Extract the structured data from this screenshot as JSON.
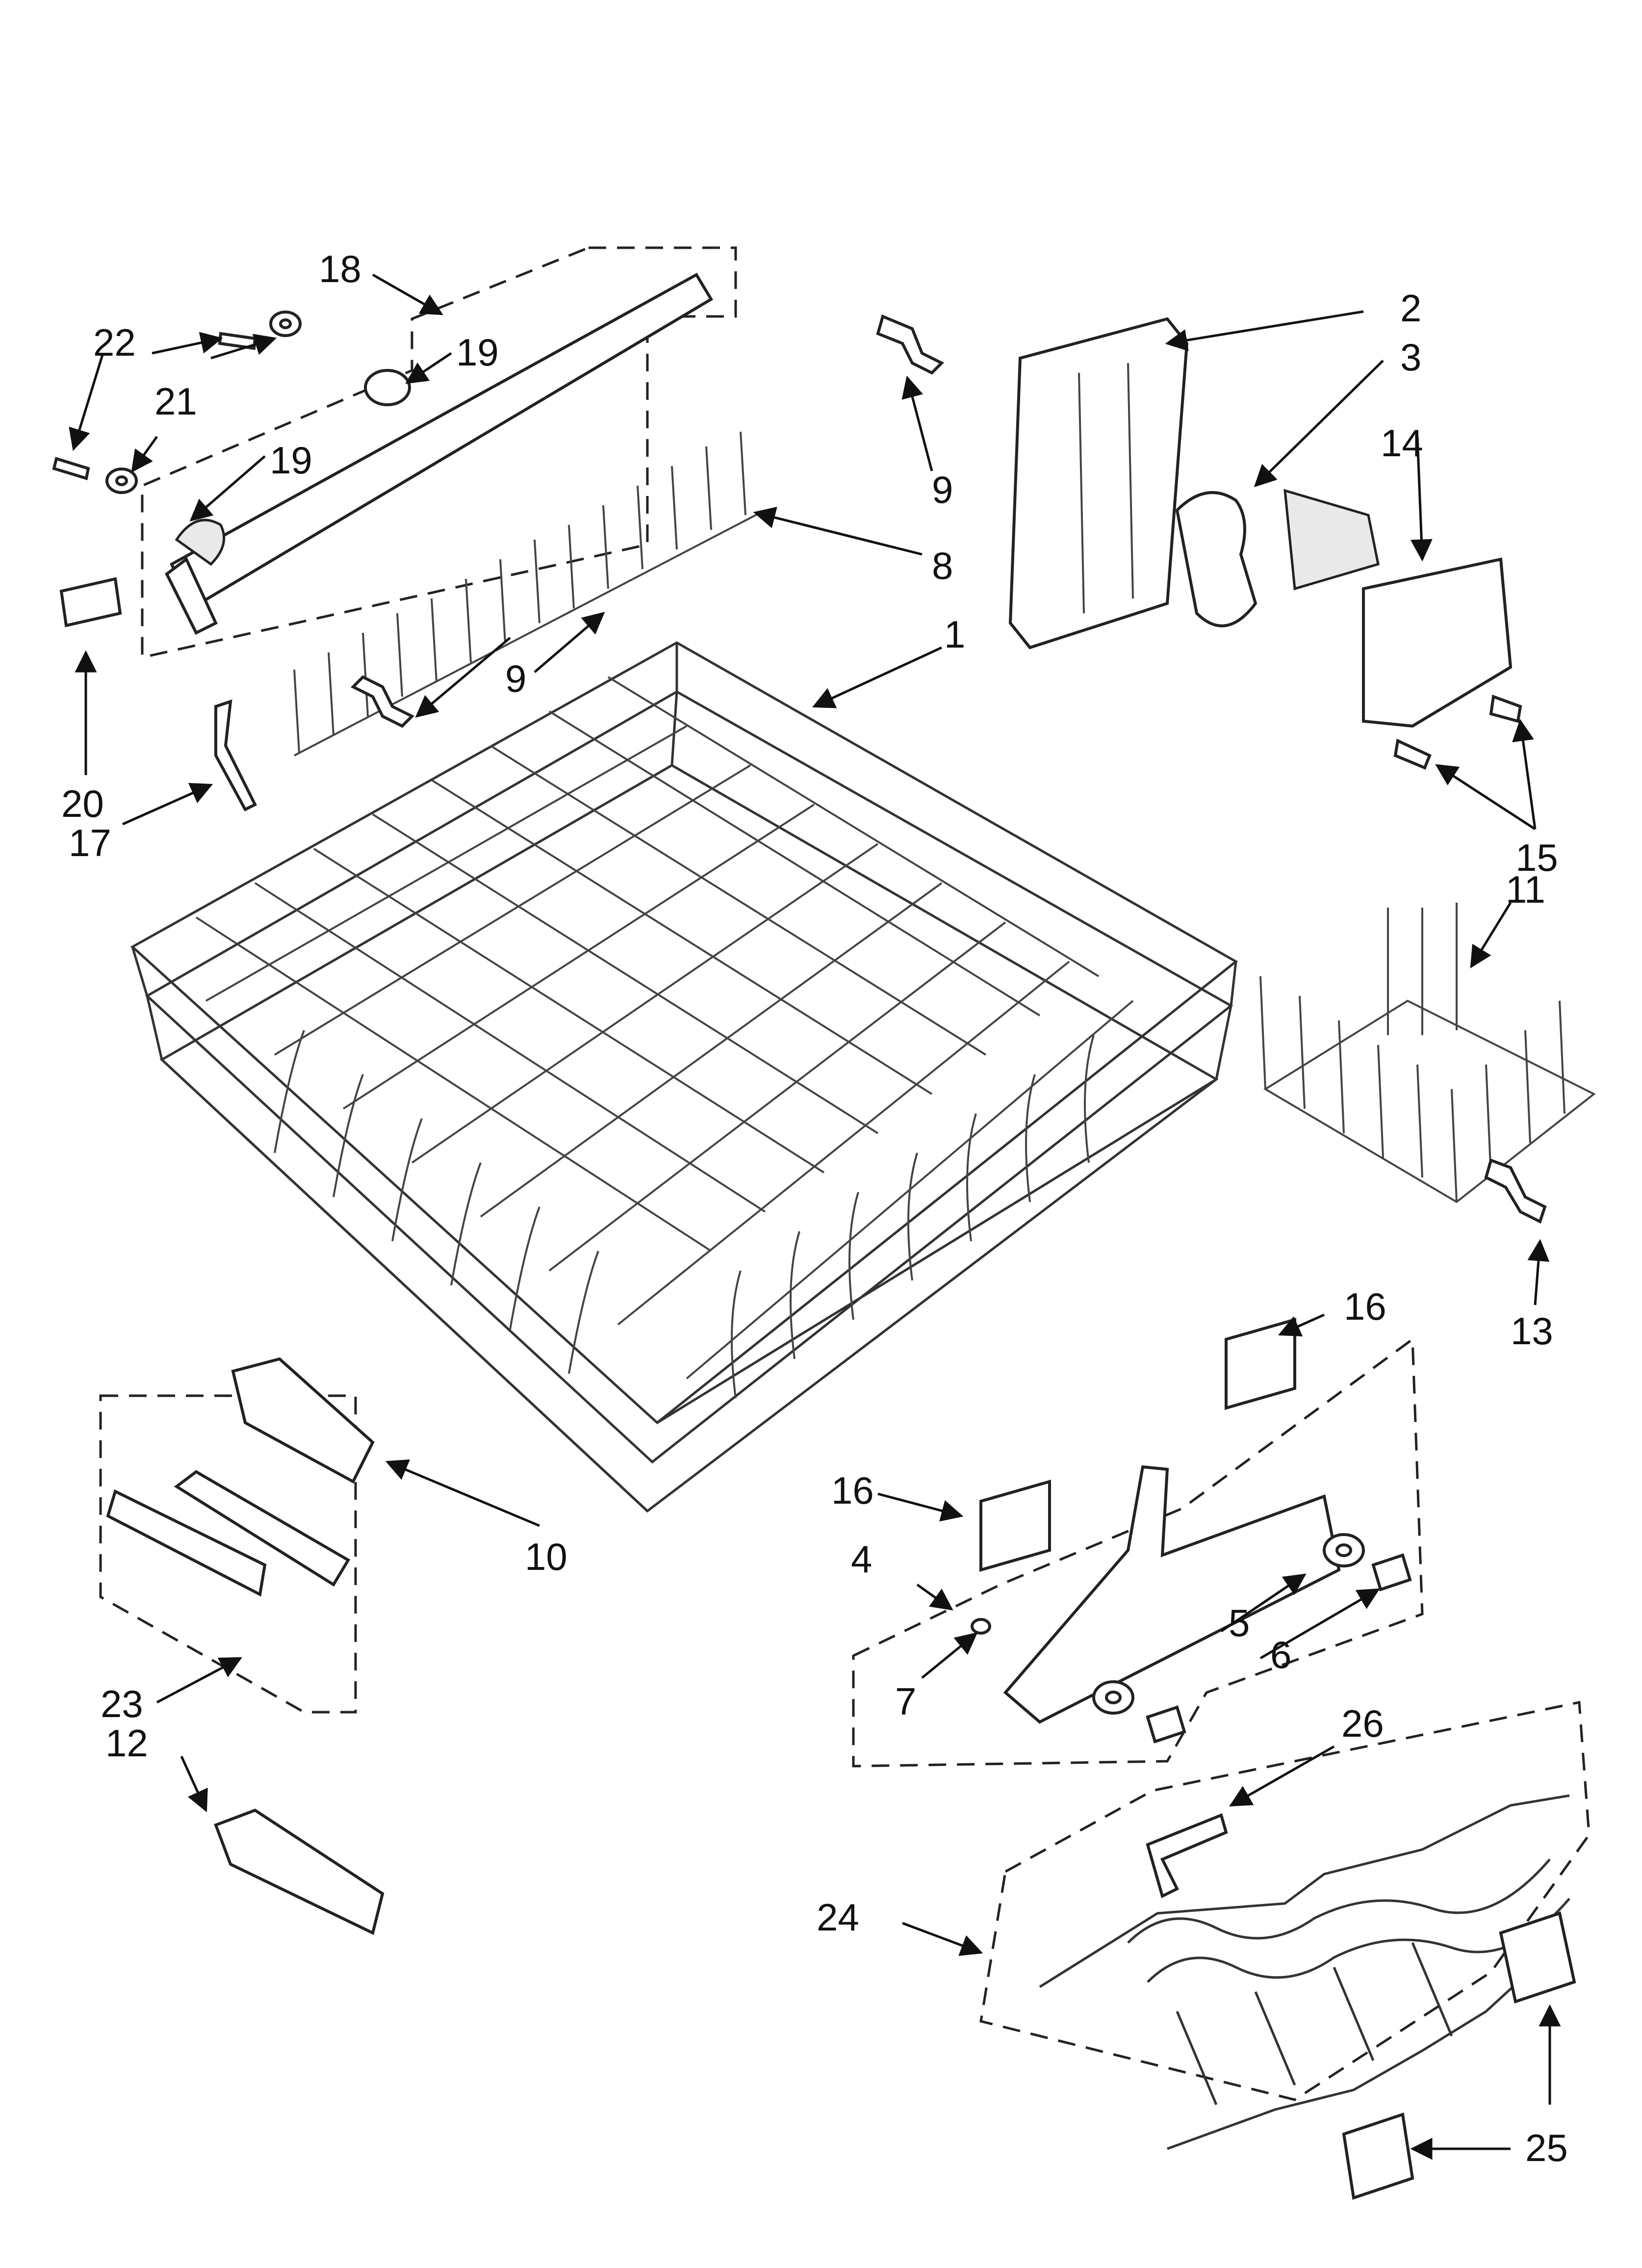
{
  "callouts": {
    "c1": "1",
    "c2": "2",
    "c3": "3",
    "c4": "4",
    "c5": "5",
    "c6": "6",
    "c7": "7",
    "c8": "8",
    "c9a": "9",
    "c9b": "9",
    "c10": "10",
    "c11": "11",
    "c12": "12",
    "c13": "13",
    "c14": "14",
    "c15": "15",
    "c16a": "16",
    "c16b": "16",
    "c17": "17",
    "c18": "18",
    "c19a": "19",
    "c19b": "19",
    "c20": "20",
    "c21": "21",
    "c22": "22",
    "c23": "23",
    "c24": "24",
    "c25": "25",
    "c26": "26"
  },
  "colors": {
    "ink": "#111111",
    "paper": "#ffffff",
    "shade": "#e9e9e9"
  }
}
